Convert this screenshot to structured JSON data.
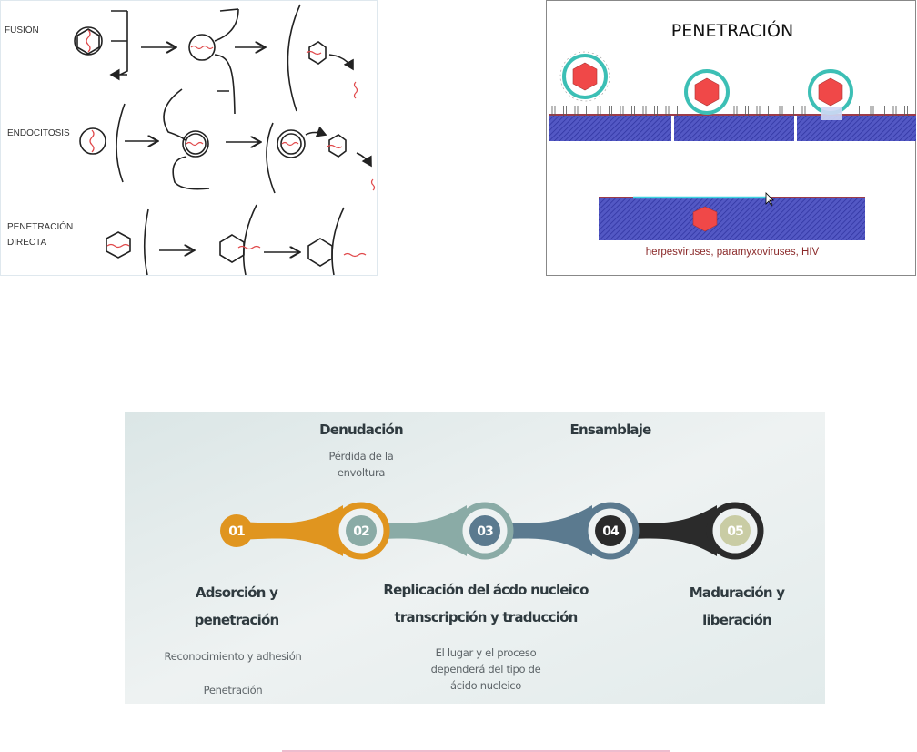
{
  "panels": {
    "mechanisms": {
      "labels": {
        "fusion": "FUSIÓN",
        "endocytosis": "ENDOCITOSIS",
        "direct_1": "PENETRACIÓN",
        "direct_2": "DIRECTA"
      }
    },
    "penetration": {
      "title": "PENETRACIÓN",
      "caption": "herpesviruses, paramyxoviruses, HIV",
      "colors": {
        "membrane": "#4a4fb8",
        "envelope": "#3cbfb5",
        "capsid": "#f04848",
        "caption": "#8b2a2a"
      }
    },
    "timeline": {
      "steps": [
        {
          "number": "01",
          "color": "#e0951f",
          "title_lines": [
            "Adsorción y",
            "penetración"
          ],
          "details": [
            "Reconocimiento y adhesión",
            "Penetración"
          ]
        },
        {
          "number": "02",
          "color": "#8aaba6",
          "title_lines": [
            "Denudación"
          ],
          "details": [
            "Pérdida de la",
            "envoltura"
          ]
        },
        {
          "number": "03",
          "color": "#5b7a8f",
          "title_lines": [
            "Replicación del ácdo nucleico",
            "transcripción y traducción"
          ],
          "details": [
            "El lugar y el proceso",
            "dependerá del tipo de",
            "ácido nucleico"
          ]
        },
        {
          "number": "04",
          "color": "#2b2b2b",
          "title_lines": [
            "Ensamblaje"
          ],
          "details": []
        },
        {
          "number": "05",
          "color": "#c9cca4",
          "title_lines": [
            "Maduración y",
            "liberación"
          ],
          "details": []
        }
      ]
    }
  }
}
